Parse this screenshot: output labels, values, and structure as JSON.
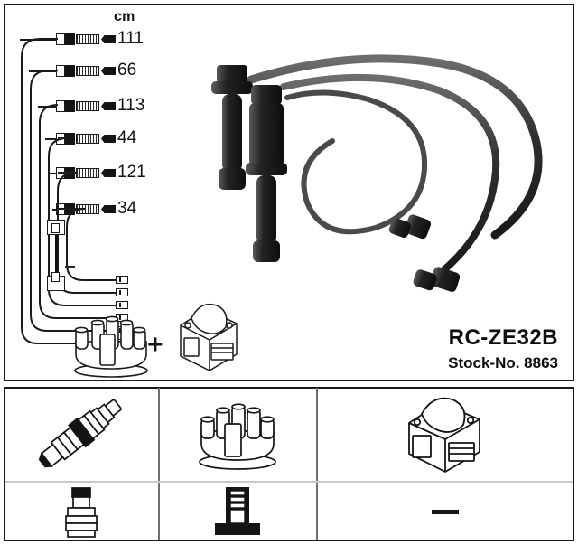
{
  "product": {
    "code": "RC-ZE32B",
    "stock_no": "Stock-No. 8863"
  },
  "measurements": {
    "unit_label": "cm",
    "rows": [
      {
        "length": "111"
      },
      {
        "length": "66"
      },
      {
        "length": "113"
      },
      {
        "length": "44"
      },
      {
        "length": "121"
      },
      {
        "length": "34"
      }
    ]
  },
  "assembly": {
    "plus_symbol": "+",
    "distributor_cap_name": "distributor-cap",
    "ignition_coil_name": "ignition-coil",
    "short_cable_name": "short-coil-lead",
    "dash_marker": "—"
  },
  "legend": {
    "columns": [
      {
        "top_icon": "spark-plug-icon",
        "bottom_icon": "plug-boot-icon"
      },
      {
        "top_icon": "distributor-cap-icon",
        "bottom_icon": "terminal-connector-icon"
      },
      {
        "top_icon": "ignition-coil-icon",
        "bottom_icon": "dash-icon",
        "bottom_text": "—"
      }
    ]
  },
  "colors": {
    "frame": "#1b1b1b",
    "text": "#131313",
    "divider": "#6e6e6e",
    "cable": "#141414"
  }
}
